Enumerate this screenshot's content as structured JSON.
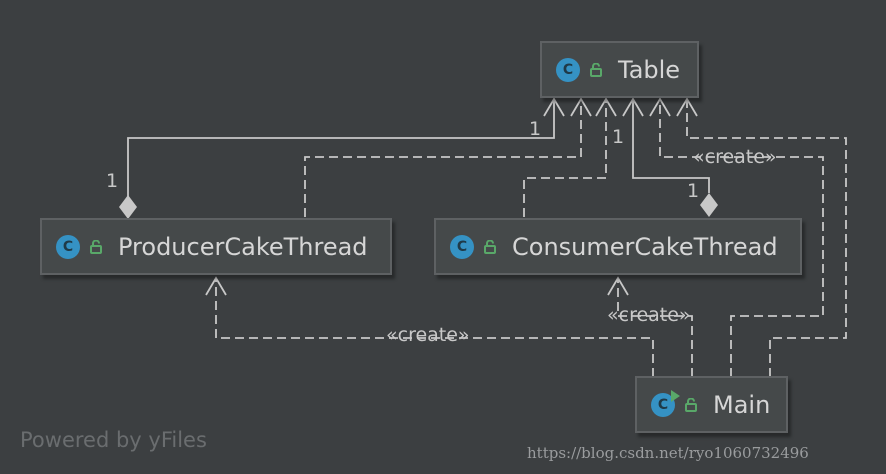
{
  "nodes": {
    "table": {
      "label": "Table",
      "icon": "class-c-icon"
    },
    "producer": {
      "label": "ProducerCakeThread",
      "icon": "class-c-icon"
    },
    "consumer": {
      "label": "ConsumerCakeThread",
      "icon": "class-c-icon"
    },
    "main": {
      "label": "Main",
      "icon": "runnable-class-c-icon"
    }
  },
  "class_icon_letter": "C",
  "edges": [
    {
      "from": "Main",
      "to": "ProducerCakeThread",
      "type": "dependency",
      "label": "«create»"
    },
    {
      "from": "Main",
      "to": "ConsumerCakeThread",
      "type": "dependency",
      "label": "«create»"
    },
    {
      "from": "Main",
      "to": "Table",
      "type": "dependency",
      "label": "«create»"
    },
    {
      "from": "ProducerCakeThread",
      "to": "Table",
      "type": "composition",
      "multiplicity_source": "1",
      "multiplicity_target": "1"
    },
    {
      "from": "ConsumerCakeThread",
      "to": "Table",
      "type": "composition",
      "multiplicity_source": "1",
      "multiplicity_target": "1"
    },
    {
      "from": "ProducerCakeThread",
      "to": "Table",
      "type": "dependency"
    },
    {
      "from": "ConsumerCakeThread",
      "to": "Table",
      "type": "dependency"
    },
    {
      "from": "Main",
      "to": "Table",
      "type": "dependency"
    }
  ],
  "labels": {
    "create_main_table": "«create»",
    "create_main_consumer": "«create»",
    "create_main_producer": "«create»",
    "mult_producer_table": "1",
    "mult_producer_end": "1",
    "mult_consumer_table": "1",
    "mult_consumer_end": "1"
  },
  "watermarks": {
    "left": "Powered by yFiles",
    "right": "https://blog.csdn.net/ryo1060732496"
  },
  "colors": {
    "background": "#3c3f41",
    "node_fill": "#45494a",
    "node_border": "#5e6163",
    "edge": "#c8c8c8",
    "class_icon": "#3592c4",
    "lock_icon": "#59a869"
  }
}
